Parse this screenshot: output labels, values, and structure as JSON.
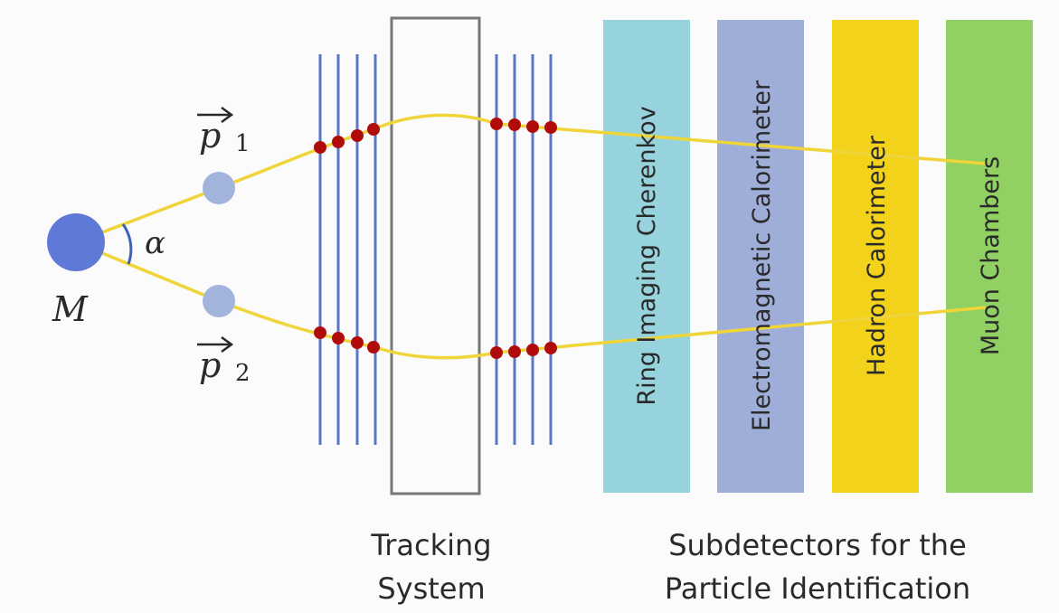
{
  "particles": {
    "mother": {
      "symbol": "M",
      "color": "#5f79d6"
    },
    "angle": {
      "symbol": "α"
    },
    "daughter1": {
      "symbol": "p",
      "subscript": "1",
      "color": "#a2b3dc"
    },
    "daughter2": {
      "symbol": "p",
      "subscript": "2",
      "color": "#a2b3dc"
    }
  },
  "colors": {
    "track": "#f0d53a",
    "hit": "#b00c0c",
    "tracker_line": "#5a77c7",
    "box_border": "#777777"
  },
  "detectors": [
    {
      "label": "Ring Imaging Cherenkov",
      "color": "#96d3dd"
    },
    {
      "label": "Electromagnetic Calorimeter",
      "color": "#9eaed9"
    },
    {
      "label": "Hadron Calorimeter",
      "color": "#f2d21b"
    },
    {
      "label": "Muon Chambers",
      "color": "#91d063"
    }
  ],
  "captions": {
    "tracking": [
      "Tracking",
      "System"
    ],
    "subdetectors": [
      "Subdetectors for the",
      "Particle Identification"
    ]
  }
}
